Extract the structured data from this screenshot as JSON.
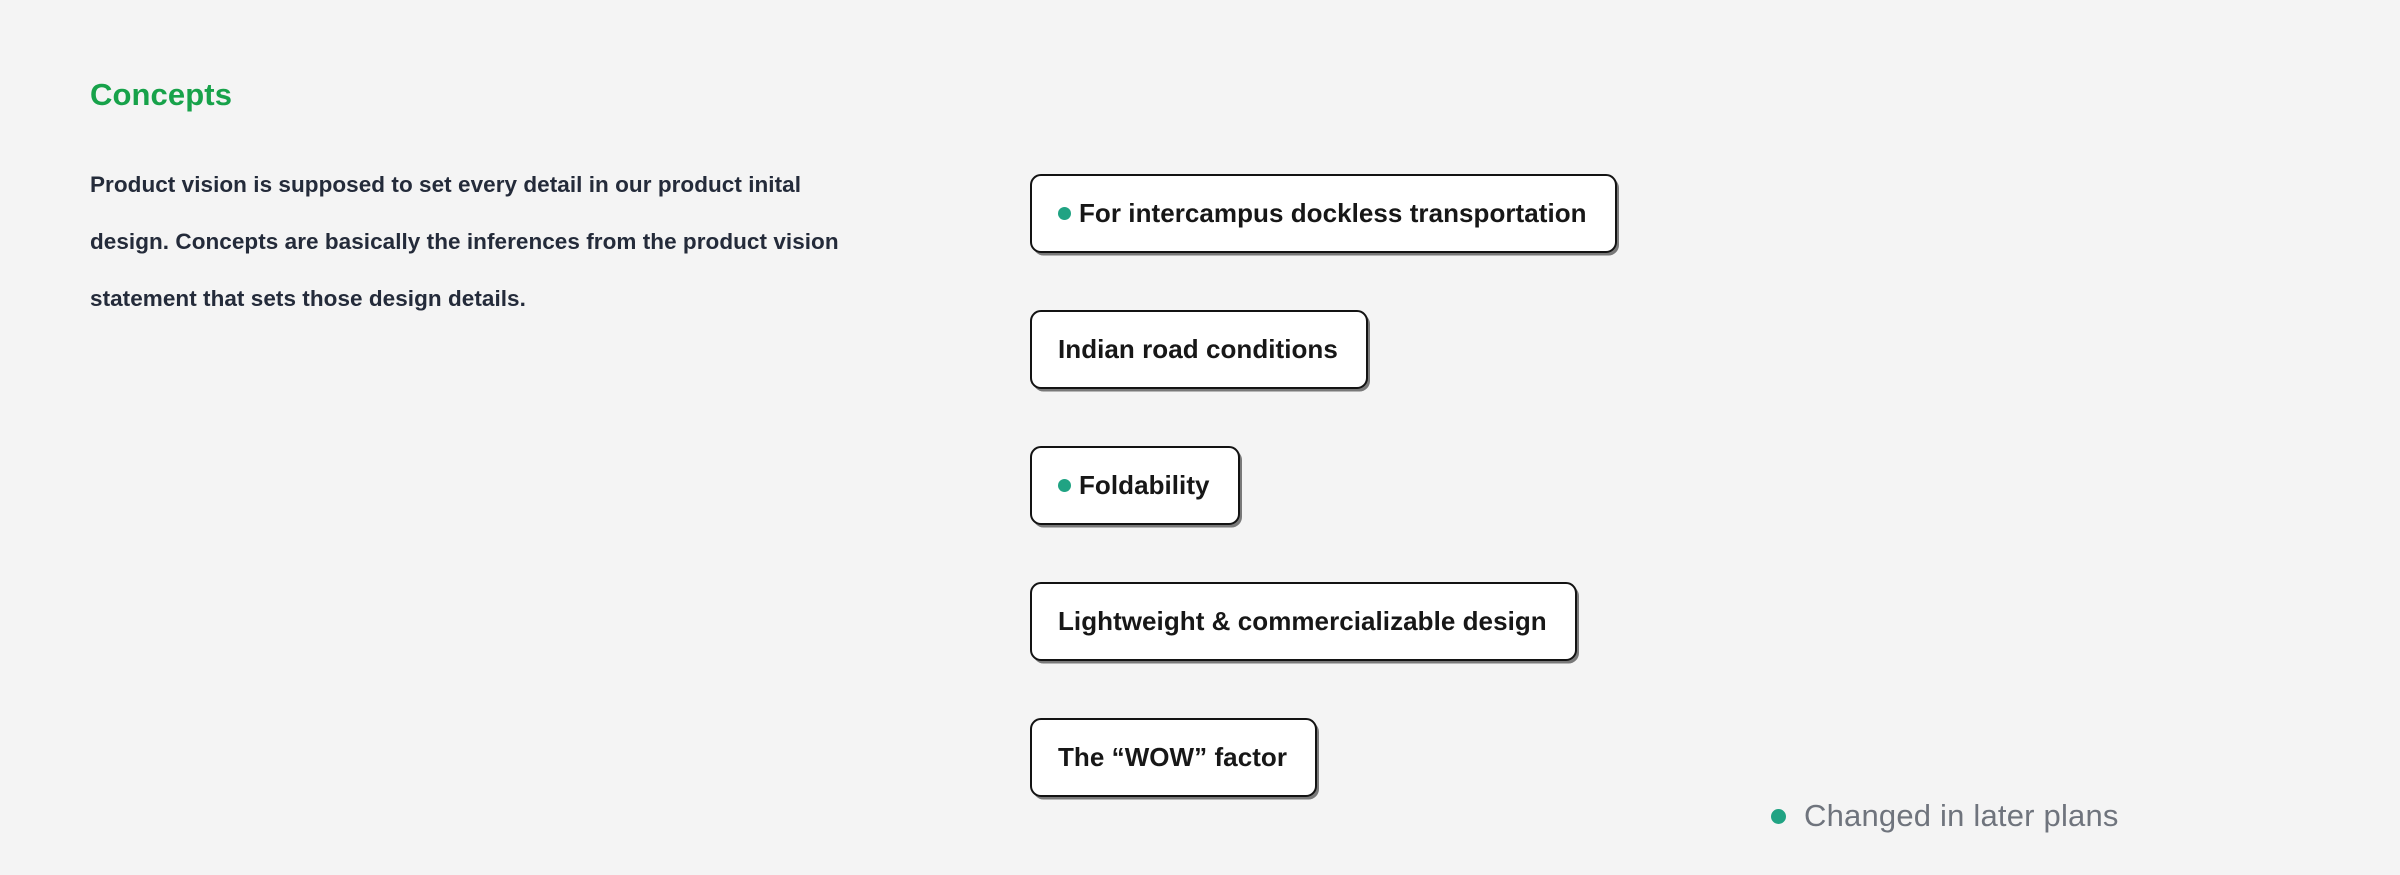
{
  "theme": {
    "background": "#f4f4f4",
    "heading_green": "#17a24a",
    "accent_teal": "#20a383",
    "body_text": "#242b3a",
    "card_text": "#171717",
    "card_border": "#131313",
    "legend_text": "#6f747d"
  },
  "section": {
    "title": "Concepts",
    "paragraph": "Product vision is supposed to set every detail in our product inital design. Concepts are basically the inferences from the product vision statement that sets those design details."
  },
  "concepts": {
    "cards": [
      {
        "label": "For intercampus dockless transportation",
        "changed": true
      },
      {
        "label": "Indian road conditions",
        "changed": false
      },
      {
        "label": "Foldability",
        "changed": true
      },
      {
        "label": "Lightweight & commercializable design",
        "changed": false
      },
      {
        "label": "The “WOW” factor",
        "changed": false
      }
    ]
  },
  "legend": {
    "label": "Changed in later plans"
  }
}
